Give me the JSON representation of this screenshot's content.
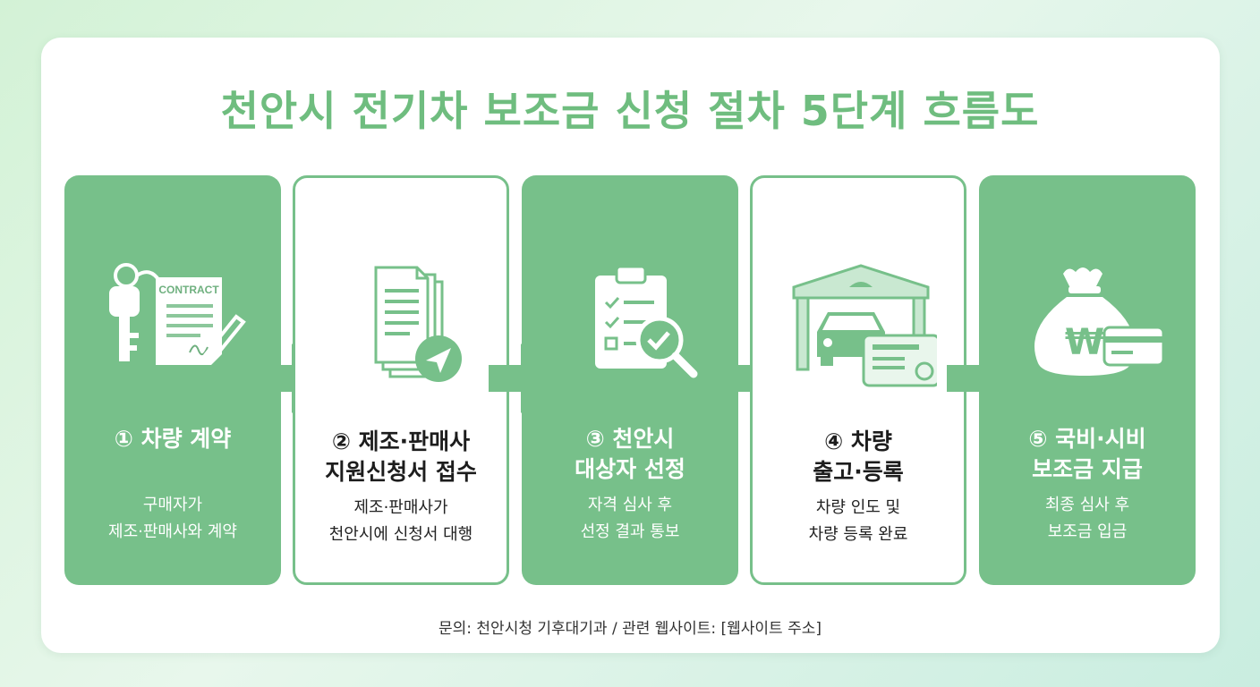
{
  "title": "천안시 전기차 보조금 신청 절차 5단계 흐름도",
  "steps": [
    {
      "title_lines": [
        "① 차량 계약"
      ],
      "desc_lines": [
        "구매자가",
        "제조·판매사와 계약"
      ],
      "icon": "key-contract-icon",
      "icon_text": "CONTRACT",
      "style": "filled"
    },
    {
      "title_lines": [
        "② 제조·판매사",
        "지원신청서 접수"
      ],
      "desc_lines": [
        "제조·판매사가",
        "천안시에 신청서 대행"
      ],
      "icon": "documents-send-icon",
      "style": "outline"
    },
    {
      "title_lines": [
        "③ 천안시",
        "대상자 선정"
      ],
      "desc_lines": [
        "자격 심사 후",
        "선정 결과 통보"
      ],
      "icon": "clipboard-check-icon",
      "style": "filled"
    },
    {
      "title_lines": [
        "④ 차량",
        "출고·등록"
      ],
      "desc_lines": [
        "차량 인도 및",
        "차량 등록 완료"
      ],
      "icon": "garage-car-registration-icon",
      "style": "outline"
    },
    {
      "title_lines": [
        "⑤ 국비·시비",
        "보조금 지급"
      ],
      "desc_lines": [
        "최종 심사 후",
        "보조금 입금"
      ],
      "icon": "money-bag-won-card-icon",
      "icon_text": "₩",
      "style": "filled"
    }
  ],
  "footer": "문의: 천안시청 기후대기과 / 관련 웹사이트: [웹사이트 주소]",
  "colors": {
    "accent": "#77c08a",
    "title": "#6fbd7f",
    "background": "#ffffff"
  }
}
